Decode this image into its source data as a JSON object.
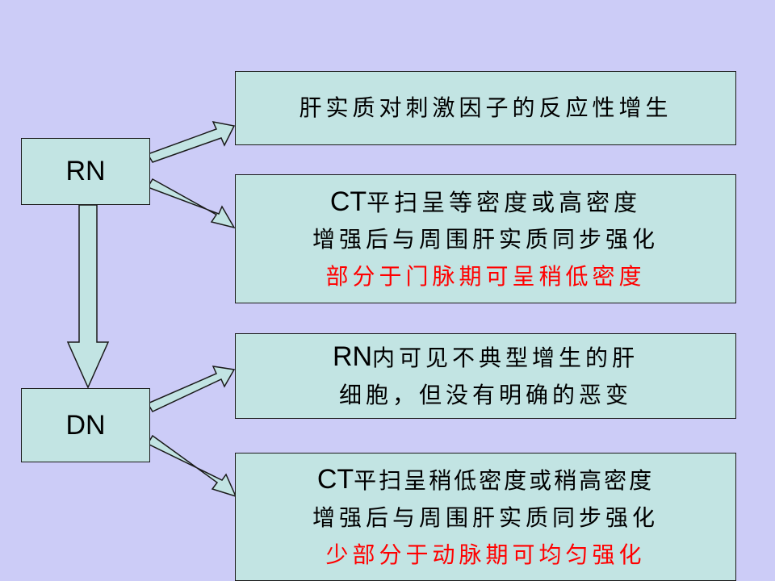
{
  "nodes": {
    "rn": "RN",
    "dn": "DN"
  },
  "rn_definition": {
    "line1": "肝实质对刺激因子的反应性增生"
  },
  "rn_ct": {
    "line1_prefix": "CT",
    "line1_text": "平扫呈等密度或高密度",
    "line2": "增强后与周围肝实质同步强化",
    "line3": "部分于门脉期可呈稍低密度"
  },
  "dn_definition": {
    "line1_prefix": "RN",
    "line1_text": "内可见不典型增生的肝",
    "line2": "细胞，但没有明确的恶变"
  },
  "dn_ct": {
    "line1_prefix": "CT",
    "line1_text": "平扫呈稍低密度或稍高密度",
    "line2": "增强后与周围肝实质同步强化",
    "line3": "少部分于动脉期可均匀强化"
  },
  "colors": {
    "background": "#ccccf7",
    "box_fill": "#c2e4e3",
    "highlight_text": "#ff0000"
  }
}
